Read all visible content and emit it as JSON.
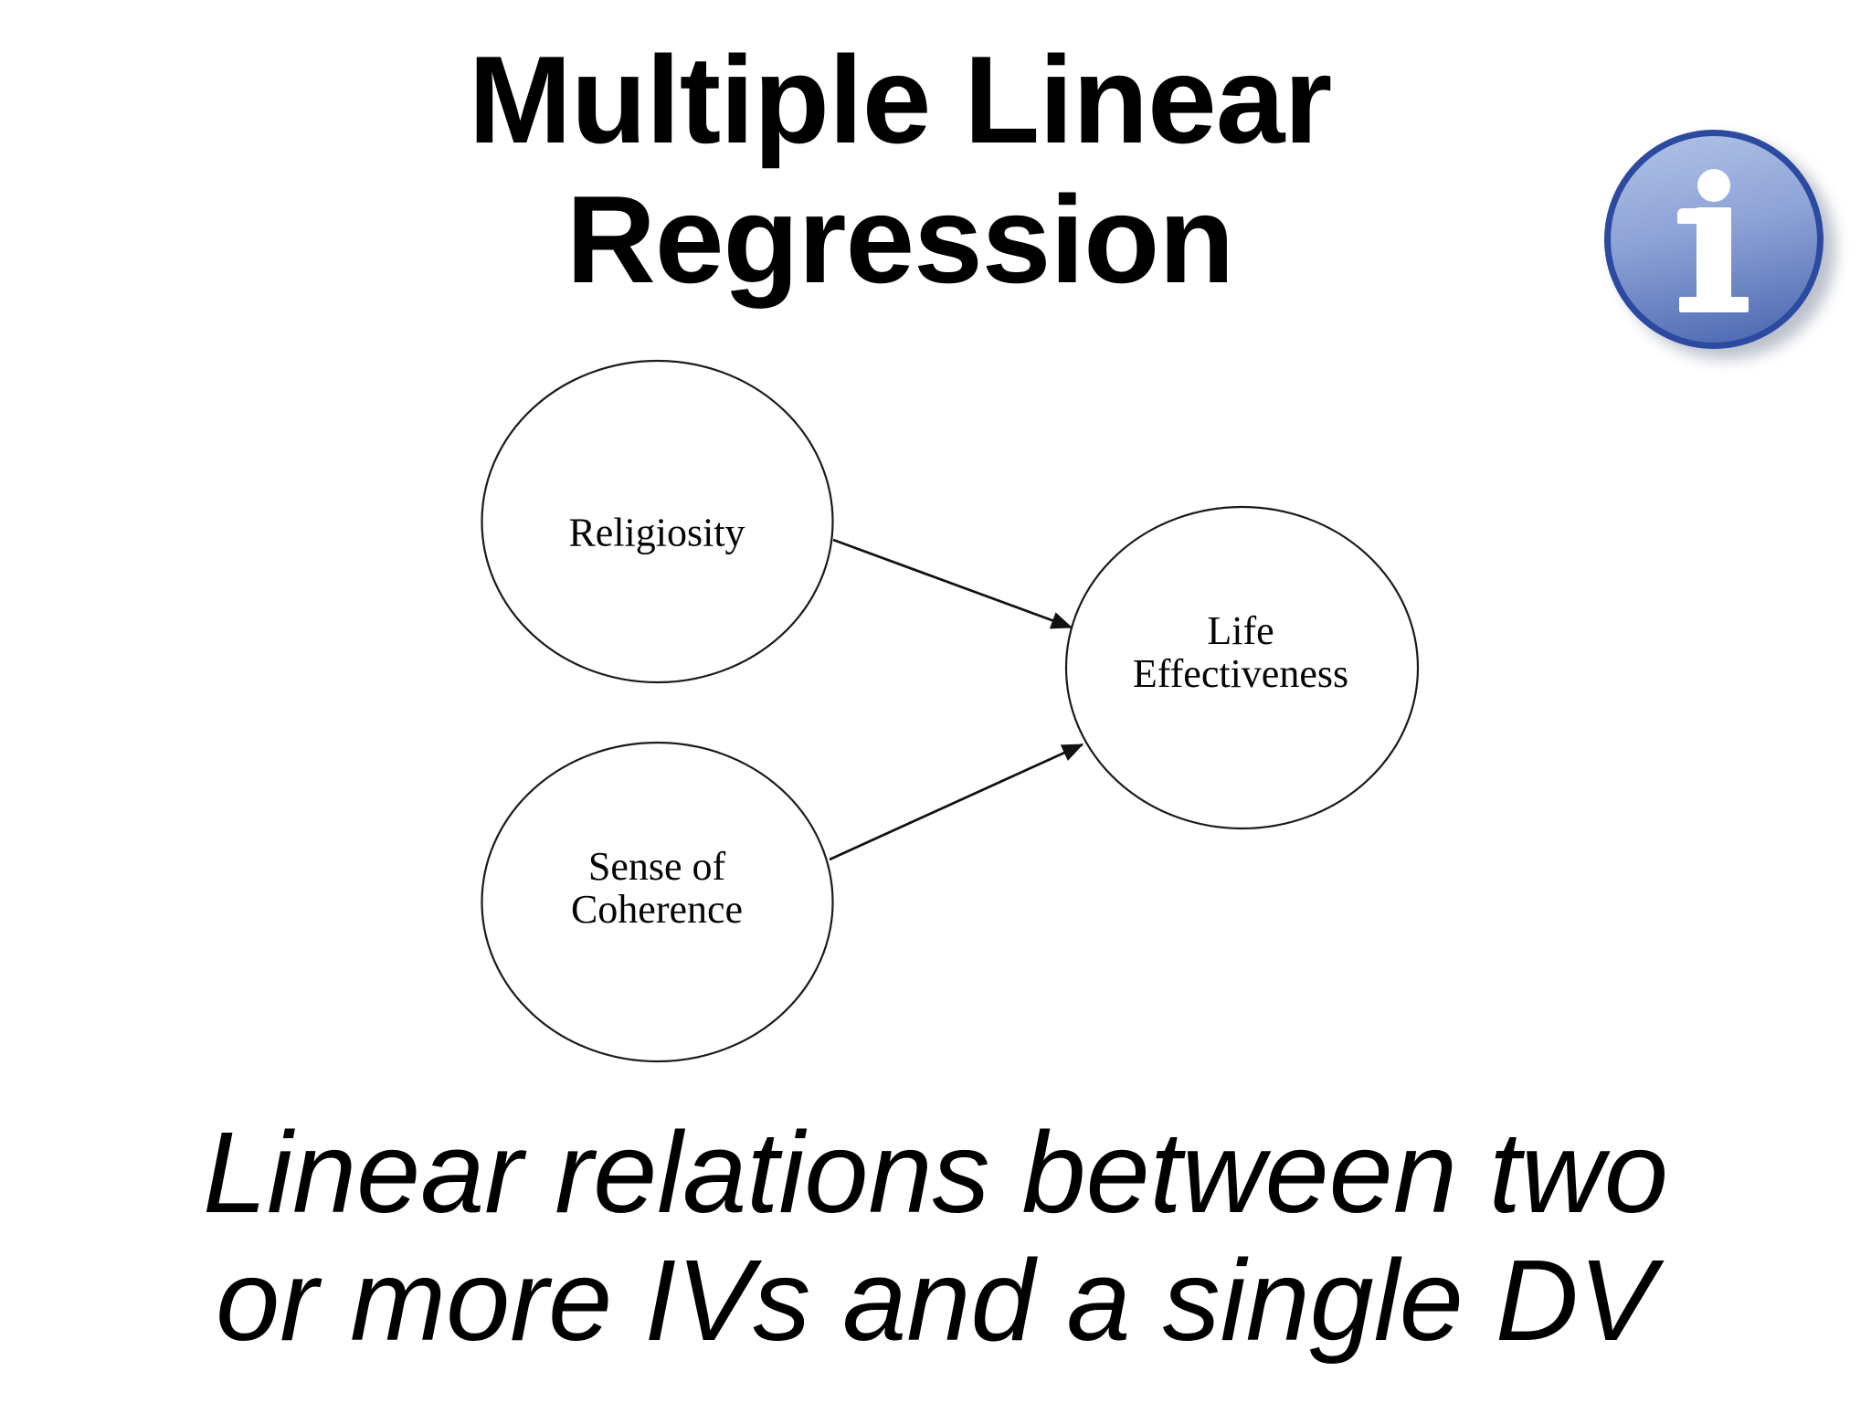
{
  "title": {
    "line1": "Multiple Linear",
    "line2": "Regression"
  },
  "info_icon": {
    "name": "info-icon",
    "symbol": "i",
    "fill_top": "#aec0e6",
    "fill_bottom": "#4e69b2",
    "border_color": "#2b4aa0",
    "glyph_color": "#ffffff"
  },
  "diagram": {
    "type": "path-diagram",
    "nodes": [
      {
        "id": "religiosity",
        "role": "IV",
        "lines": [
          "Religiosity"
        ]
      },
      {
        "id": "sense-of-coherence",
        "role": "IV",
        "lines": [
          "Sense of",
          "Coherence"
        ]
      },
      {
        "id": "life-effectiveness",
        "role": "DV",
        "lines": [
          "Life",
          "Effectiveness"
        ]
      }
    ],
    "edges": [
      {
        "from": "religiosity",
        "to": "life-effectiveness",
        "arrow": "end"
      },
      {
        "from": "sense-of-coherence",
        "to": "life-effectiveness",
        "arrow": "end"
      }
    ],
    "node_stroke_color": "#1b1b1b",
    "edge_color": "#111111"
  },
  "caption": {
    "line1": "Linear relations between two",
    "line2": "or more IVs and a single DV"
  },
  "colors": {
    "background": "#ffffff",
    "text": "#000000"
  }
}
